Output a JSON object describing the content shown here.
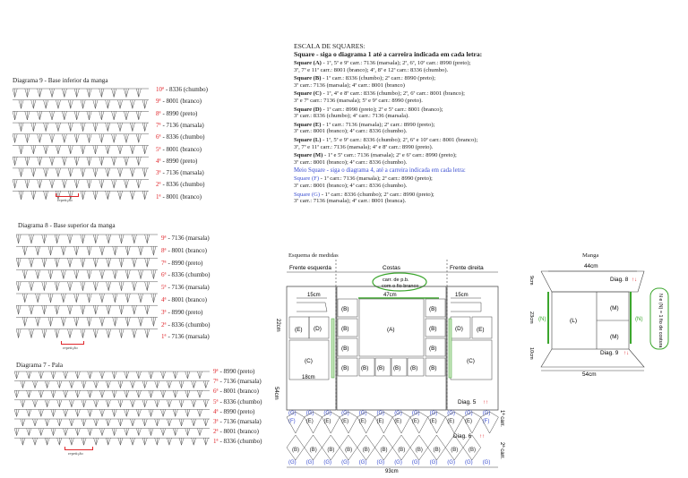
{
  "diagram9": {
    "title": "Diagrama 9 - Base inferior da manga",
    "rows": [
      {
        "num": "10ª",
        "text": "- 8336 (chumbo)"
      },
      {
        "num": "9ª",
        "text": "- 8001 (branco)"
      },
      {
        "num": "8ª",
        "text": "- 8990 (preto)"
      },
      {
        "num": "7ª",
        "text": "- 7136 (marsala)"
      },
      {
        "num": "6ª",
        "text": "- 8336 (chumbo)"
      },
      {
        "num": "5ª",
        "text": "- 8001 (branco)"
      },
      {
        "num": "4ª",
        "text": "- 8990 (preto)"
      },
      {
        "num": "3ª",
        "text": "- 7136 (marsala)"
      },
      {
        "num": "2ª",
        "text": "- 8336 (chumbo)"
      },
      {
        "num": "1ª",
        "text": "- 8001 (branco)"
      }
    ],
    "repeat": "repetição"
  },
  "diagram8": {
    "title": "Diagrama 8 - Base superior da manga",
    "rows": [
      {
        "num": "9ª",
        "text": "- 7136 (marsala)"
      },
      {
        "num": "8ª",
        "text": "- 8001 (branco)"
      },
      {
        "num": "7ª",
        "text": "- 8990 (preto)"
      },
      {
        "num": "6ª",
        "text": "- 8336 (chumbo)"
      },
      {
        "num": "5ª",
        "text": "- 7136 (marsala)"
      },
      {
        "num": "4ª",
        "text": "- 8001 (branco)"
      },
      {
        "num": "3ª",
        "text": "- 8990 (preto)"
      },
      {
        "num": "2ª",
        "text": "- 8336 (chumbo)"
      },
      {
        "num": "1ª",
        "text": "- 7136 (marsala)"
      }
    ],
    "repeat": "repetição"
  },
  "diagram7": {
    "title": "Diagrama 7 - Pala",
    "rows": [
      {
        "num": "9ª",
        "text": "- 8990 (preto)"
      },
      {
        "num": "7ª",
        "text": "- 7136 (marsala)"
      },
      {
        "num": "6ª",
        "text": "- 8001 (branco)"
      },
      {
        "num": "5ª",
        "text": "- 8336 (chumbo)"
      },
      {
        "num": "4ª",
        "text": "- 8990 (preto)"
      },
      {
        "num": "3ª",
        "text": "- 7136 (marsala)"
      },
      {
        "num": "2ª",
        "text": "- 8001 (branco)"
      },
      {
        "num": "1ª",
        "text": "- 8336 (chumbo)"
      }
    ],
    "repeat": "repetição"
  },
  "scale": {
    "title": "ESCALA DE SQUARES:",
    "subtitle": "Square - siga o diagrama 1 até a carreira indicada em cada letra:",
    "entries": [
      {
        "key": "Square (A)",
        "l1": " - 1ª, 5ª e 9ª carr.: 7136 (marsala); 2ª, 6ª, 10ª carr.: 8990 (preto);",
        "l2": "3ª, 7ª e 11ª carr.: 8001 (branco); 4ª, 8ª e 12ª carr.: 8336 (chumbo)."
      },
      {
        "key": "Square (B)",
        "l1": " - 1ª carr.: 8336 (chumbo); 2ª carr.: 8990 (preto);",
        "l2": "3ª carr.: 7136 (marsala); 4ª carr.: 8001 (branco)"
      },
      {
        "key": "Square (C)",
        "l1": " - 1ª, 4ª e 8ª carr.: 8336 (chumbo); 2ª, 6ª carr.: 8001 (branco);",
        "l2": "3ª e 7ª carr.: 7136 (marsala); 5ª e 9ª carr.: 8990 (preto)."
      },
      {
        "key": "Square (D)",
        "l1": " - 1ª carr.: 8990 (preto); 2ª e 5ª carr.: 8001 (branco);",
        "l2": "3ª carr.: 8336 (chumbo); 4ª carr.: 7136 (marsala)."
      },
      {
        "key": "Square (E)",
        "l1": " - 1ª carr.: 7136 (marsala); 2ª carr.: 8990 (preto);",
        "l2": "3ª carr.: 8001 (branco); 4ª carr.: 8336 (chumbo)."
      },
      {
        "key": "Square (L)",
        "l1": " - 1ª, 5ª e 9ª carr.: 8336 (chumbo); 2ª, 6ª e 10ª carr.: 8001 (branco);",
        "l2": "3ª, 7ª e 11ª carr.: 7136 (marsala); 4ª e 8ª carr.: 8990 (preto)."
      },
      {
        "key": "Square (M)",
        "l1": " - 1ª e 5ª carr.: 7136 (marsala); 2ª e 6ª carr.: 8990 (preto);",
        "l2": "3ª carr.: 8001 (branco); 4ª carr.: 8336 (chumbo)."
      }
    ],
    "meio_title": "Meio Square - siga o diagrama 4, até a carreira indicada em cada letra:",
    "meio_entries": [
      {
        "key": "Square (F)",
        "l1": " - 1ª carr.: 7136 (marsala); 2ª carr.: 8990 (preto);",
        "l2": "3ª carr.: 8001 (branco); 4ª carr.: 8336 (chumbo)."
      },
      {
        "key": "Square (G)",
        "l1": " - 1ª carr.: 8336 (chumbo); 2ª carr.: 8990 (preto);",
        "l2": "3ª carr.: 7136 (marsala); 4ª carr.: 8001 (branca)."
      }
    ]
  },
  "schema": {
    "title": "Esquema de medidas",
    "front_left": "Frente esquerda",
    "back": "Costas",
    "front_right": "Frente direita",
    "callout": "carr. de p.b. com o fio branco",
    "w15_left": "15cm",
    "w47": "47cm",
    "w15_right": "15cm",
    "h22": "22cm",
    "h54": "54cm",
    "w18": "18cm",
    "w93": "93cm",
    "diag5": "Diag. 5",
    "diag6": "Diag. 6",
    "carr1": "1ª carr.",
    "carr2": "2ª carr."
  },
  "manga": {
    "title": "Manga",
    "w44": "44cm",
    "diag8": "Diag. 8",
    "diag9": "Diag. 9",
    "h9": "9cm",
    "h23": "23cm",
    "h10": "10cm",
    "w54": "54cm",
    "note": "N e (N) = 1 fio de costura",
    "accent": "#3ba62d",
    "red": "#e0262b",
    "blue": "#3a4ed0"
  }
}
